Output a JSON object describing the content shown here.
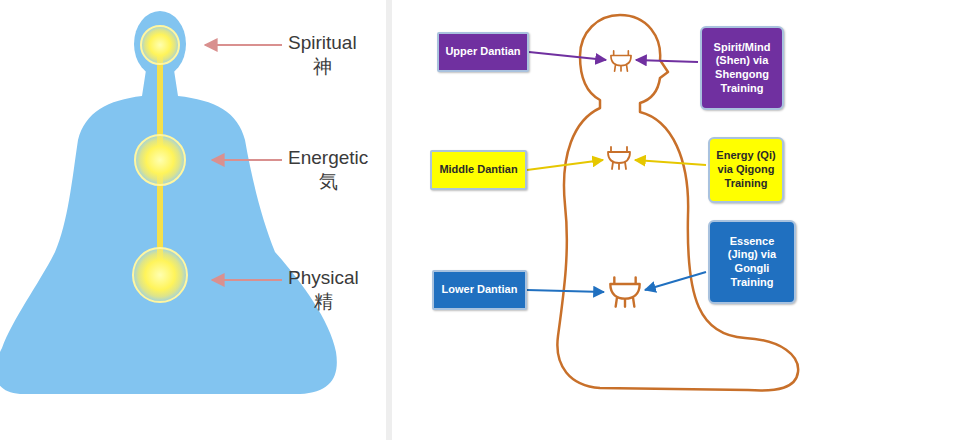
{
  "diagram": {
    "nodes": [
      {
        "text": [
          "Upper Dantian"
        ]
      },
      {
        "text": [
          "Spirit/Mind (Shen) via Shengong Training"
        ]
      },
      {
        "text": [
          "Middle Dantian"
        ]
      },
      {
        "text": [
          "Energy (Qi) via Qigong Training"
        ]
      },
      {
        "text": [
          "Lower Dantian"
        ]
      },
      {
        "text": [
          "Essence (Jing) via Gongli Training"
        ]
      }
    ],
    "labels": [
      "Spiritual 神",
      "Energetic 気",
      "Physical 精"
    ]
  }
}
